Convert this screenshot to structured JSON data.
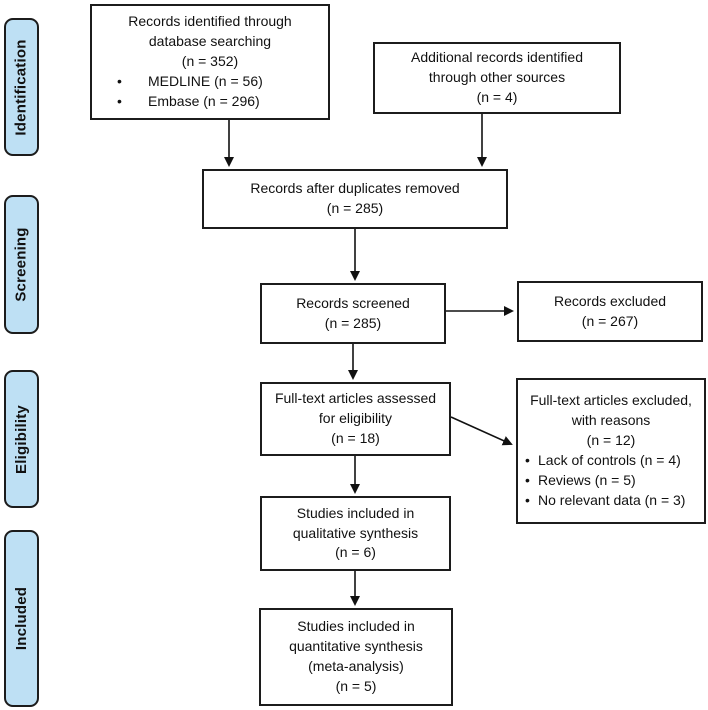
{
  "diagram": {
    "bullet": "•",
    "colors": {
      "stage_fill": "#BEE0F4",
      "box_border": "#1C1C1C",
      "text": "#111111",
      "background": "#FFFFFF"
    },
    "stages": [
      {
        "label": "Identification"
      },
      {
        "label": "Screening"
      },
      {
        "label": "Eligibility"
      },
      {
        "label": "Included"
      }
    ],
    "boxes": {
      "identified": {
        "lines": [
          "Records identified through",
          "database searching",
          "(n = 352)"
        ],
        "bullets": [
          "MEDLINE (n = 56)",
          "Embase (n = 296)"
        ]
      },
      "additional": {
        "lines": [
          "Additional records identified",
          "through other sources",
          "(n = 4)"
        ]
      },
      "after_duplicates": {
        "lines": [
          "Records after duplicates removed",
          "(n = 285)"
        ]
      },
      "screened": {
        "lines": [
          "Records screened",
          "(n = 285)"
        ]
      },
      "records_excluded": {
        "lines": [
          "Records excluded",
          "(n = 267)"
        ]
      },
      "fulltext_assessed": {
        "lines": [
          "Full-text articles assessed",
          "for eligibility",
          "(n = 18)"
        ]
      },
      "fulltext_excluded": {
        "lines": [
          "Full-text articles excluded,",
          "with reasons",
          "(n = 12)"
        ],
        "bullets": [
          "Lack of controls (n = 4)",
          "Reviews (n = 5)",
          "No relevant data (n = 3)"
        ]
      },
      "qualitative": {
        "lines": [
          "Studies included in",
          "qualitative synthesis",
          "(n = 6)"
        ]
      },
      "quantitative": {
        "lines": [
          "Studies included in",
          "quantitative synthesis",
          "(meta-analysis)",
          "(n = 5)"
        ]
      }
    }
  }
}
